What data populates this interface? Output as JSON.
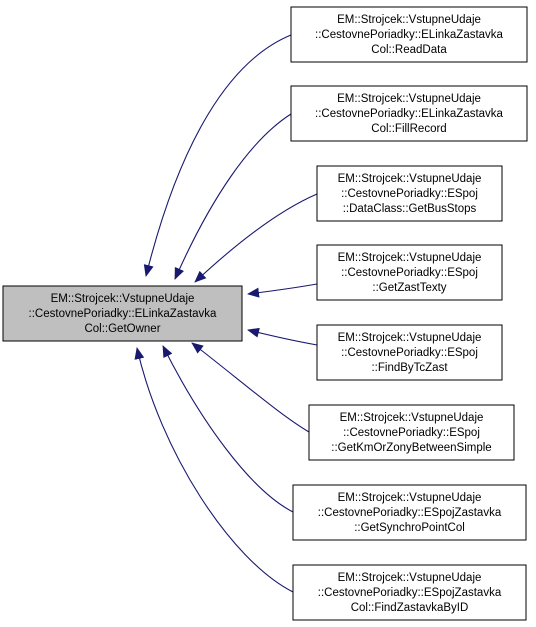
{
  "colors": {
    "edge": "#191970",
    "focus_fill": "#bfbfbf",
    "node_fill": "#ffffff",
    "border": "#000000"
  },
  "focus": {
    "lines": [
      "EM::Strojcek::VstupneUdaje",
      "::CestovnePoriadky::ELinkaZastavka",
      "Col::GetOwner"
    ]
  },
  "callers": [
    {
      "lines": [
        "EM::Strojcek::VstupneUdaje",
        "::CestovnePoriadky::ELinkaZastavka",
        "Col::ReadData"
      ]
    },
    {
      "lines": [
        "EM::Strojcek::VstupneUdaje",
        "::CestovnePoriadky::ELinkaZastavka",
        "Col::FillRecord"
      ]
    },
    {
      "lines": [
        "EM::Strojcek::VstupneUdaje",
        "::CestovnePoriadky::ESpoj",
        "::DataClass::GetBusStops"
      ]
    },
    {
      "lines": [
        "EM::Strojcek::VstupneUdaje",
        "::CestovnePoriadky::ESpoj",
        "::GetZastTexty"
      ]
    },
    {
      "lines": [
        "EM::Strojcek::VstupneUdaje",
        "::CestovnePoriadky::ESpoj",
        "::FindByTcZast"
      ]
    },
    {
      "lines": [
        "EM::Strojcek::VstupneUdaje",
        "::CestovnePoriadky::ESpoj",
        "::GetKmOrZonyBetweenSimple"
      ]
    },
    {
      "lines": [
        "EM::Strojcek::VstupneUdaje",
        "::CestovnePoriadky::ESpojZastavka",
        "::GetSynchroPointCol"
      ]
    },
    {
      "lines": [
        "EM::Strojcek::VstupneUdaje",
        "::CestovnePoriadky::ESpojZastavka",
        "Col::FindZastavkaByID"
      ]
    }
  ]
}
